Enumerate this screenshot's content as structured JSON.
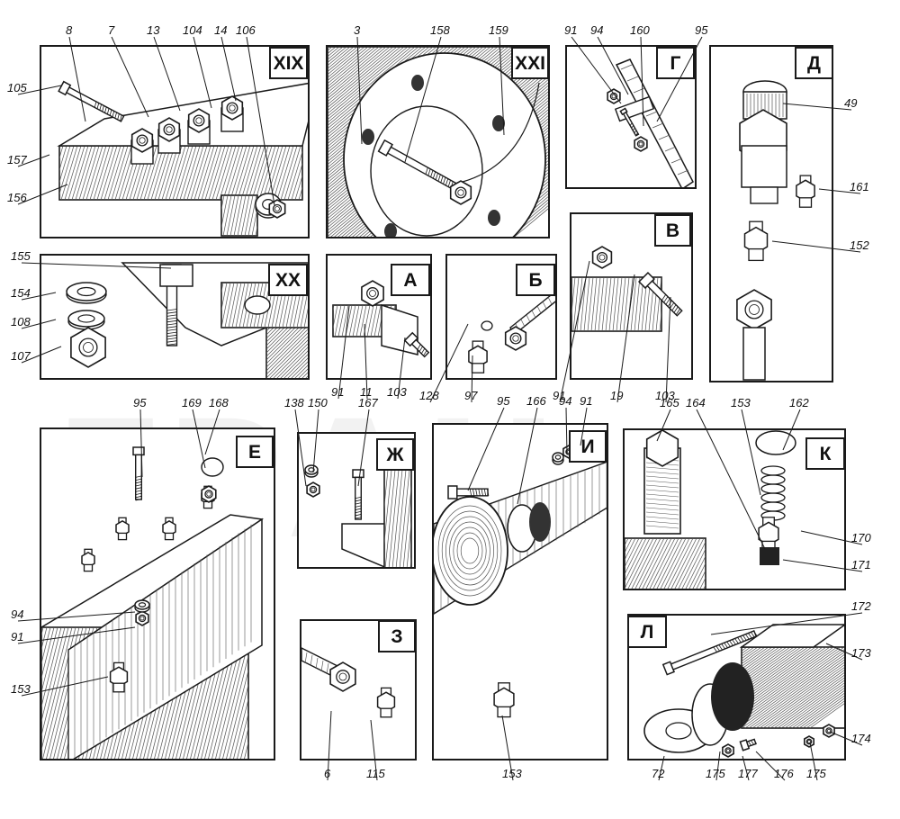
{
  "colors": {
    "ink": "#1a1a1a",
    "paper": "#ffffff",
    "hatch": "#555555"
  },
  "panels": [
    {
      "id": "XIX",
      "label": "XIX"
    },
    {
      "id": "XXI",
      "label": "XXI"
    },
    {
      "id": "G",
      "label": "Г"
    },
    {
      "id": "D",
      "label": "Д"
    },
    {
      "id": "XX",
      "label": "XX"
    },
    {
      "id": "A",
      "label": "А"
    },
    {
      "id": "B",
      "label": "Б"
    },
    {
      "id": "V",
      "label": "В"
    },
    {
      "id": "E",
      "label": "Е"
    },
    {
      "id": "ZH",
      "label": "Ж"
    },
    {
      "id": "I",
      "label": "И"
    },
    {
      "id": "K",
      "label": "К"
    },
    {
      "id": "Z",
      "label": "З"
    },
    {
      "id": "L",
      "label": "Л"
    }
  ],
  "callouts": [
    "8",
    "7",
    "13",
    "104",
    "14",
    "106",
    "105",
    "157",
    "156",
    "3",
    "158",
    "159",
    "91",
    "94",
    "160",
    "95",
    "49",
    "161",
    "152",
    "155",
    "154",
    "108",
    "107",
    "91",
    "11",
    "103",
    "128",
    "97",
    "91",
    "19",
    "103",
    "95",
    "169",
    "168",
    "138",
    "150",
    "167",
    "95",
    "166",
    "94",
    "91",
    "165",
    "164",
    "153",
    "162",
    "170",
    "171",
    "94",
    "91",
    "153",
    "6",
    "115",
    "153",
    "172",
    "173",
    "72",
    "175",
    "177",
    "176",
    "175",
    "174"
  ],
  "icons": [
    "hex-nut-icon",
    "bolt-icon",
    "washer-icon",
    "fitting-icon",
    "pipe-icon"
  ]
}
